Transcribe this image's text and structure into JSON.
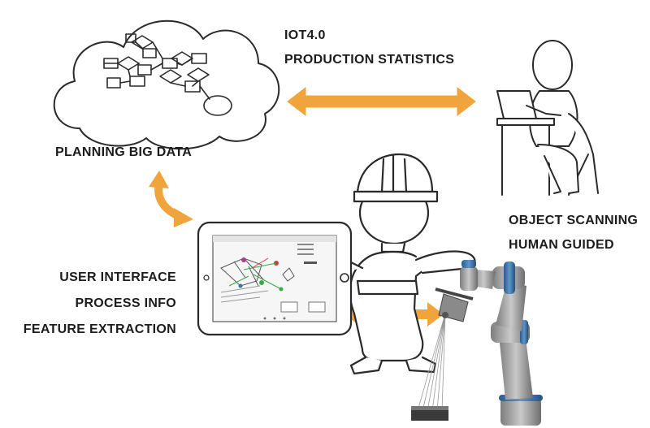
{
  "labels": {
    "iot": "IOT4.0",
    "production": "PRODUCTION STATISTICS",
    "planning": "PLANNING BIG DATA",
    "object_scanning": "OBJECT SCANNING",
    "human_guided": "HUMAN GUIDED",
    "user_interface": "USER INTERFACE",
    "process_info": "PROCESS INFO",
    "feature_extraction": "FEATURE EXTRACTION"
  },
  "colors": {
    "arrow": "#f0a53c",
    "ink": "#2a2a2a",
    "robot_gray": "#9a9a9a",
    "robot_blue": "#3a6fa8",
    "text": "#1c1c1c"
  },
  "icons": [
    "cloud-flowchart-icon",
    "person-at-laptop-icon",
    "worker-with-helmet-icon",
    "tablet-icon",
    "robot-arm-icon"
  ]
}
